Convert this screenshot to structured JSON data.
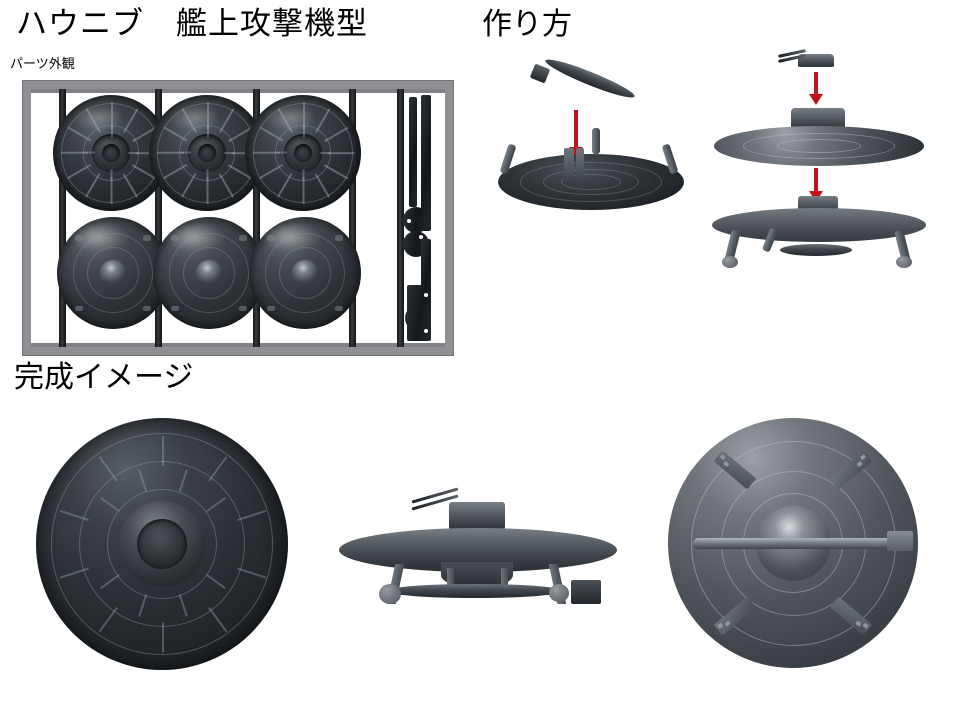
{
  "document": {
    "background_color": "#ffffff",
    "accent_red": "#c3121a",
    "part_gray": "#8e9093"
  },
  "headings": {
    "title": "ハウニブ　艦上攻撃機型",
    "parts_overview": "パーツ外観",
    "how_to_make": "作り方",
    "finished_image": "完成イメージ"
  },
  "sprue": {
    "label": "パーツ外観",
    "frame_color": "#8e9093",
    "runner_count": 5,
    "parts": {
      "saucer_undersides": 3,
      "saucer_top_shells": 3,
      "small_parts_column": 1
    }
  },
  "how_to": {
    "steps": [
      {
        "id": "step-torpedo-mount",
        "parts": [
          "torpedo",
          "saucer-underside-with-legs"
        ],
        "arrow_color": "#c3121a",
        "arrow_count": 1
      },
      {
        "id": "step-turret-and-hull",
        "parts": [
          "gun-turret",
          "upper-saucer-dome",
          "lower-saucer-body-with-legs"
        ],
        "arrow_color": "#c3121a",
        "arrow_count": 2
      }
    ]
  },
  "finished": {
    "views": [
      {
        "id": "view-bottom",
        "name": "bottom-view"
      },
      {
        "id": "view-side",
        "name": "side-view"
      },
      {
        "id": "view-top",
        "name": "top-view"
      }
    ]
  }
}
